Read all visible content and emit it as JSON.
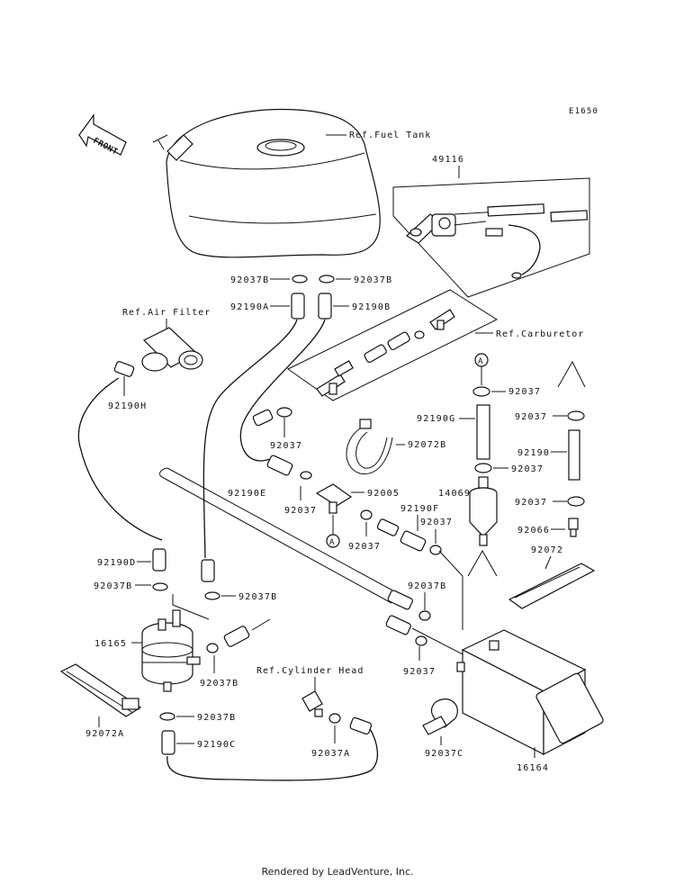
{
  "figure_code": "E1650",
  "front_arrow": "FRONT",
  "labels": {
    "fuel_tank": "Ref.Fuel Tank",
    "p49116": "49116",
    "p92037B_a": "92037B",
    "p92037B_b": "92037B",
    "p92190A": "92190A",
    "p92190B": "92190B",
    "air_filter": "Ref.Air Filter",
    "carburetor": "Ref.Carburetor",
    "p92190H": "92190H",
    "p92037_a": "92037",
    "p92037_b": "92037",
    "p92037_c": "92037",
    "p92190G": "92190G",
    "p92072B": "92072B",
    "p92190": "92190",
    "p92037_d": "92037",
    "p92037_e": "92037",
    "p92190E": "92190E",
    "p92005": "92005",
    "p92037_f": "92037",
    "p14069": "14069",
    "p92190F": "92190F",
    "p92037_g": "92037",
    "p92037_h": "92037",
    "p92066": "92066",
    "p92072": "92072",
    "p92190D": "92190D",
    "p92037B_c": "92037B",
    "p92037B_d": "92037B",
    "p92037B_e": "92037B",
    "p16165": "16165",
    "p92037B_f": "92037B",
    "p92037_i": "92037",
    "cylinder_head": "Ref.Cylinder Head",
    "p92072A": "92072A",
    "p92037B_g": "92037B",
    "p92190C": "92190C",
    "p92037A": "92037A",
    "p92037C": "92037C",
    "p16164": "16164",
    "callout_A_1": "A",
    "callout_A_2": "A"
  },
  "footer": "Rendered by LeadVenture, Inc."
}
